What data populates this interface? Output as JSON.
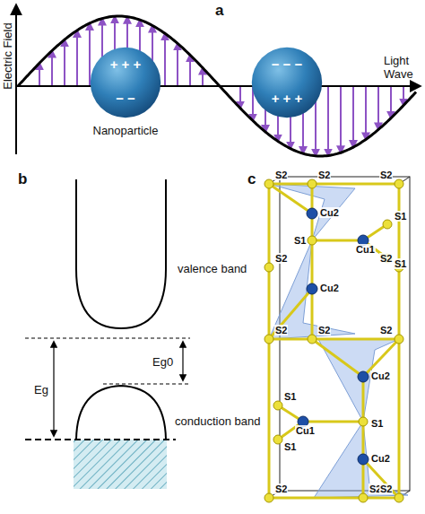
{
  "diagram": {
    "nodes": [
      {
        "text": [
          "+ + +",
          "− −"
        ]
      },
      {
        "text": [
          "− − −",
          "+ + +"
        ]
      }
    ],
    "labels": [
      "a",
      "Electric Field",
      "Light Wave",
      "Nanoparticle",
      "b",
      "valence band",
      "Eg",
      "Eg0",
      "conduction band",
      "c",
      "S2",
      "S2",
      "S2",
      "Cu2",
      "S1",
      "Cu1",
      "S1",
      "S1",
      "Cu2",
      "S2",
      "S2",
      "S2",
      "S2",
      "S2",
      "Cu2",
      "S1",
      "Cu1",
      "S1",
      "S1",
      "Cu2",
      "S2",
      "S2",
      "S2"
    ]
  }
}
